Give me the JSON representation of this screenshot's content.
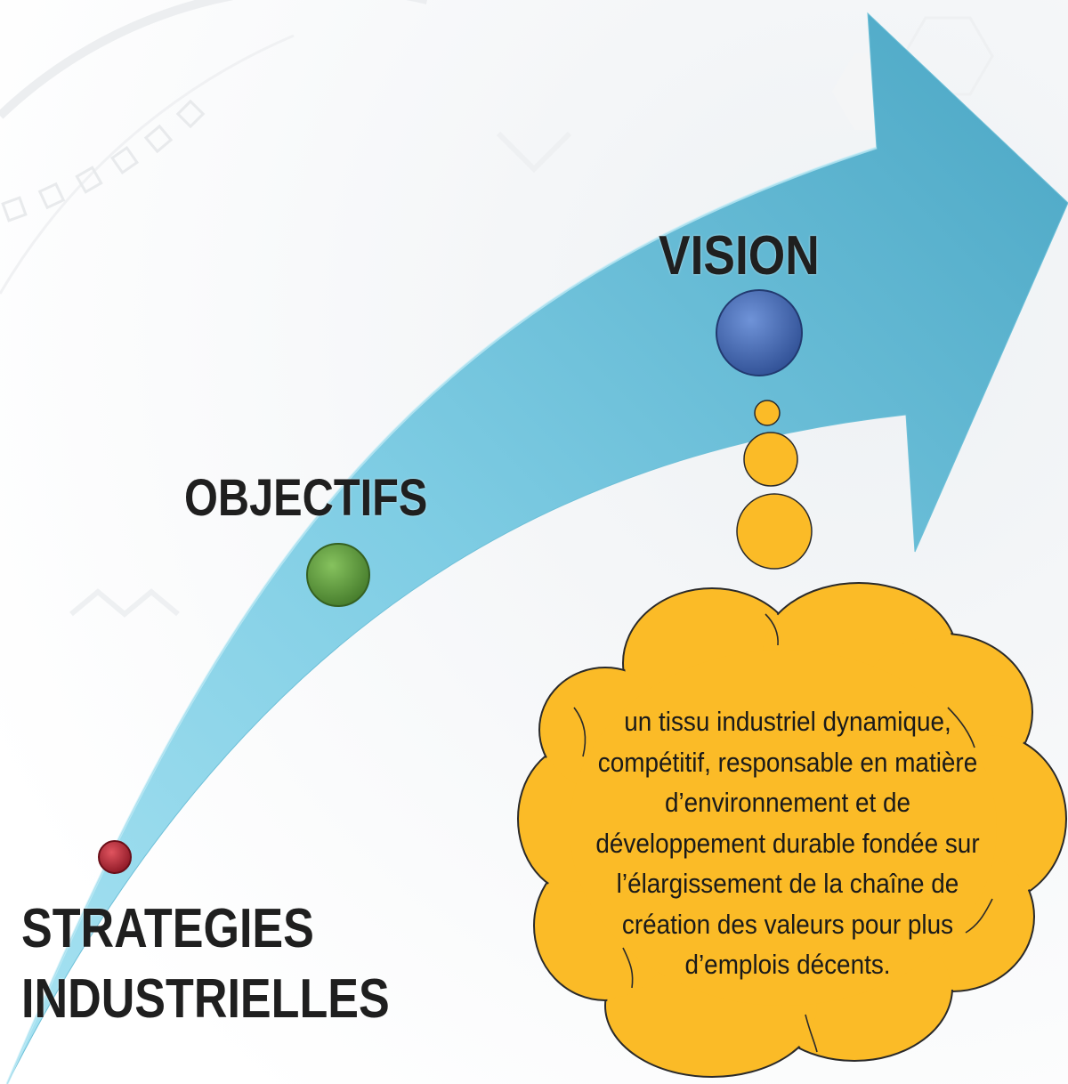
{
  "diagram": {
    "stages": [
      {
        "id": "strategies",
        "lines": [
          "STRATEGIES",
          "INDUSTRIELLES"
        ],
        "marker_color": "#b0202e"
      },
      {
        "id": "objectifs",
        "lines": [
          "OBJECTIFS"
        ],
        "marker_color": "#5e9e3a"
      },
      {
        "id": "vision",
        "lines": [
          "VISION"
        ],
        "marker_color": "#4166b4"
      }
    ],
    "vision_description": "un tissu industriel dynamique, compétitif, responsable en matière d’environnement et de développement durable fondée sur l’élargissement de la chaîne de création des valeurs pour plus d’emplois décents.",
    "colors": {
      "arrow_light": "#86d6ea",
      "arrow_dark": "#4aa8c6",
      "cloud_fill": "#fbbb27",
      "cloud_stroke": "#2a2a2a",
      "label_text": "#1f1f1f"
    }
  }
}
